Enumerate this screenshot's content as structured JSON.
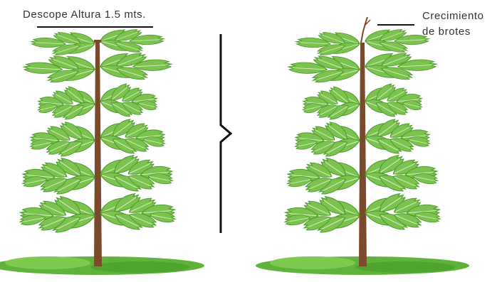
{
  "labels": {
    "left": "Descope Altura 1.5 mts.",
    "right_line1": "Crecimiento",
    "right_line2": "de brotes"
  },
  "colors": {
    "trunk": "#7a4a2a",
    "leaf": "#7cc24f",
    "leaf_dark": "#4f9a2f",
    "leaf_vein": "#d9f2c4",
    "ground": "#5fb33a",
    "ground_light": "#7fc94f",
    "text": "#333333",
    "line": "#111111"
  }
}
